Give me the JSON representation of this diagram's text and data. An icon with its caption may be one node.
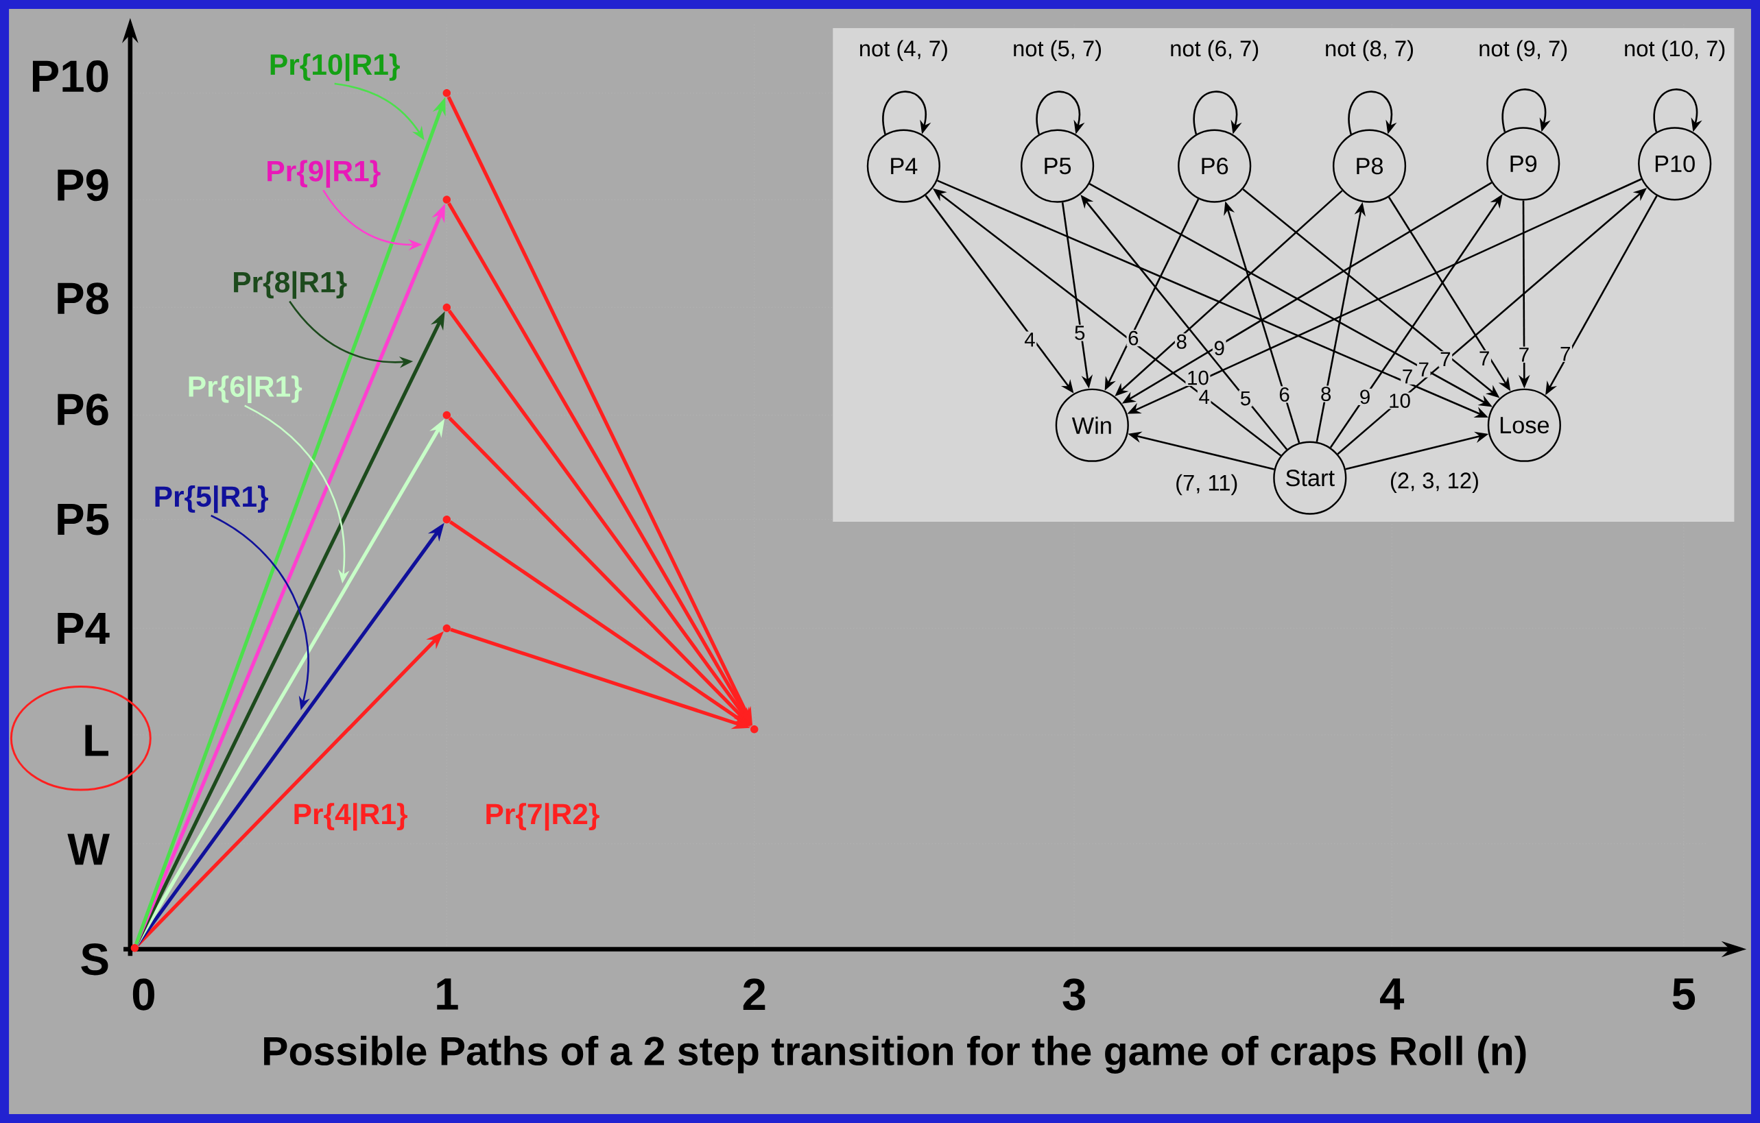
{
  "diagram": {
    "caption": "Possible Paths of a 2 step transition for the game of craps Roll (n)",
    "nodes": [
      {
        "text": [],
        "shape": "point"
      },
      {
        "text": [],
        "shape": "point"
      },
      {
        "text": [],
        "shape": "point"
      },
      {
        "text": [],
        "shape": "point"
      },
      {
        "text": [],
        "shape": "point"
      },
      {
        "text": [],
        "shape": "point"
      },
      {
        "text": [],
        "shape": "point"
      },
      {
        "text": [],
        "shape": "point"
      },
      {
        "text": [
          "Pr{10|R1}"
        ]
      },
      {
        "text": [
          "Pr{9|R1}"
        ]
      },
      {
        "text": [
          "Pr{8|R1}"
        ]
      },
      {
        "text": [
          "Pr{6|R1}"
        ]
      },
      {
        "text": [
          "Pr{5|R1}"
        ]
      },
      {
        "text": [
          "P4"
        ]
      },
      {
        "text": [
          "P5"
        ]
      },
      {
        "text": [
          "P6"
        ]
      },
      {
        "text": [
          "P8"
        ]
      },
      {
        "text": [
          "P9"
        ]
      },
      {
        "text": [
          "P10"
        ]
      },
      {
        "text": [
          "Win"
        ]
      },
      {
        "text": [
          "Lose"
        ]
      },
      {
        "text": [
          "Start"
        ]
      }
    ],
    "edges": [
      {
        "from": 0,
        "to": 1,
        "arrow": "to",
        "color": "#ff2020"
      },
      {
        "from": 0,
        "to": 2,
        "arrow": "to",
        "color": "#10109a"
      },
      {
        "from": 0,
        "to": 3,
        "arrow": "to",
        "color": "#c8ffc8"
      },
      {
        "from": 0,
        "to": 4,
        "arrow": "to",
        "color": "#1c4a1c"
      },
      {
        "from": 0,
        "to": 5,
        "arrow": "to",
        "color": "#ff3fd0"
      },
      {
        "from": 0,
        "to": 6,
        "arrow": "to",
        "color": "#4ce04c"
      },
      {
        "from": 1,
        "to": 7,
        "arrow": "to",
        "color": "#ff2020"
      },
      {
        "from": 2,
        "to": 7,
        "arrow": "to",
        "color": "#ff2020"
      },
      {
        "from": 3,
        "to": 7,
        "arrow": "to",
        "color": "#ff2020"
      },
      {
        "from": 4,
        "to": 7,
        "arrow": "to",
        "color": "#ff2020"
      },
      {
        "from": 5,
        "to": 7,
        "arrow": "to",
        "color": "#ff2020"
      },
      {
        "from": 6,
        "to": 7,
        "arrow": "to",
        "color": "#ff2020"
      },
      {
        "from": 8,
        "to": null,
        "arrow": "to",
        "color": "#4ce04c"
      },
      {
        "from": 9,
        "to": null,
        "arrow": "to",
        "color": "#ff3fd0"
      },
      {
        "from": 10,
        "to": null,
        "arrow": "to",
        "color": "#1c4a1c"
      },
      {
        "from": 11,
        "to": null,
        "arrow": "to",
        "color": "#c8ffc8"
      },
      {
        "from": 12,
        "to": null,
        "arrow": "to",
        "color": "#10109a"
      },
      {
        "from": 13,
        "to": 13,
        "arrow": "to",
        "label": "not (4, 7)"
      },
      {
        "from": 14,
        "to": 14,
        "arrow": "to",
        "label": "not (5, 7)"
      },
      {
        "from": 15,
        "to": 15,
        "arrow": "to",
        "label": "not (6, 7)"
      },
      {
        "from": 16,
        "to": 16,
        "arrow": "to",
        "label": "not (8, 7)"
      },
      {
        "from": 17,
        "to": 17,
        "arrow": "to",
        "label": "not (9, 7)"
      },
      {
        "from": 18,
        "to": 18,
        "arrow": "to",
        "label": "not (10, 7)"
      },
      {
        "from": 21,
        "to": 13,
        "arrow": "to",
        "label": "4"
      },
      {
        "from": 21,
        "to": 14,
        "arrow": "to",
        "label": "5"
      },
      {
        "from": 21,
        "to": 15,
        "arrow": "to",
        "label": "6"
      },
      {
        "from": 21,
        "to": 16,
        "arrow": "to",
        "label": "8"
      },
      {
        "from": 21,
        "to": 17,
        "arrow": "to",
        "label": "9"
      },
      {
        "from": 21,
        "to": 18,
        "arrow": "to",
        "label": "10"
      },
      {
        "from": 13,
        "to": 19,
        "arrow": "to",
        "label": "4"
      },
      {
        "from": 14,
        "to": 19,
        "arrow": "to",
        "label": "5"
      },
      {
        "from": 15,
        "to": 19,
        "arrow": "to",
        "label": "6"
      },
      {
        "from": 16,
        "to": 19,
        "arrow": "to",
        "label": "8"
      },
      {
        "from": 17,
        "to": 19,
        "arrow": "to",
        "label": "9"
      },
      {
        "from": 18,
        "to": 19,
        "arrow": "to",
        "label": "10"
      },
      {
        "from": 13,
        "to": 20,
        "arrow": "to",
        "label": "7"
      },
      {
        "from": 14,
        "to": 20,
        "arrow": "to",
        "label": "7"
      },
      {
        "from": 15,
        "to": 20,
        "arrow": "to",
        "label": "7"
      },
      {
        "from": 16,
        "to": 20,
        "arrow": "to",
        "label": "7"
      },
      {
        "from": 17,
        "to": 20,
        "arrow": "to",
        "label": "7"
      },
      {
        "from": 18,
        "to": 20,
        "arrow": "to",
        "label": "7"
      },
      {
        "from": 21,
        "to": 19,
        "arrow": "to",
        "label": "(7, 11)"
      },
      {
        "from": 21,
        "to": 20,
        "arrow": "to",
        "label": "(2, 3, 12)"
      }
    ],
    "labels": [
      "P10",
      "P9",
      "P8",
      "P6",
      "P5",
      "P4",
      "L",
      "W",
      "S",
      "0",
      "1",
      "2",
      "3",
      "4",
      "5",
      "Pr{4|R1}",
      "Pr{7|R2}"
    ]
  }
}
